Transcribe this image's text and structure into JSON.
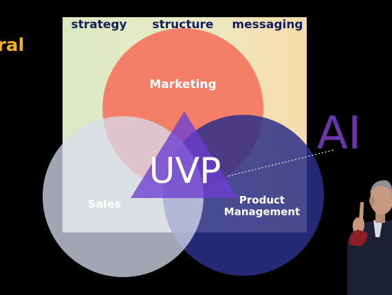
{
  "slide": {
    "corner_fragment": "ral",
    "top_labels": [
      "strategy",
      "structure",
      "messaging"
    ],
    "circles": {
      "marketing": "Marketing",
      "sales": "Sales",
      "product_line1": "Product",
      "product_line2": "Management"
    },
    "center_label": "UVP",
    "ai_label": "AI"
  },
  "colors": {
    "background": "#000000",
    "accent_yellow": "#f2b21b",
    "label_navy": "#12205a",
    "marketing": "#f47862",
    "sales": "#c7cbe0",
    "product": "#2b2f8a",
    "triangle": "#6c3ecf",
    "ai": "#6a35a8"
  },
  "icons": {
    "presenter": "presenter-photo"
  }
}
